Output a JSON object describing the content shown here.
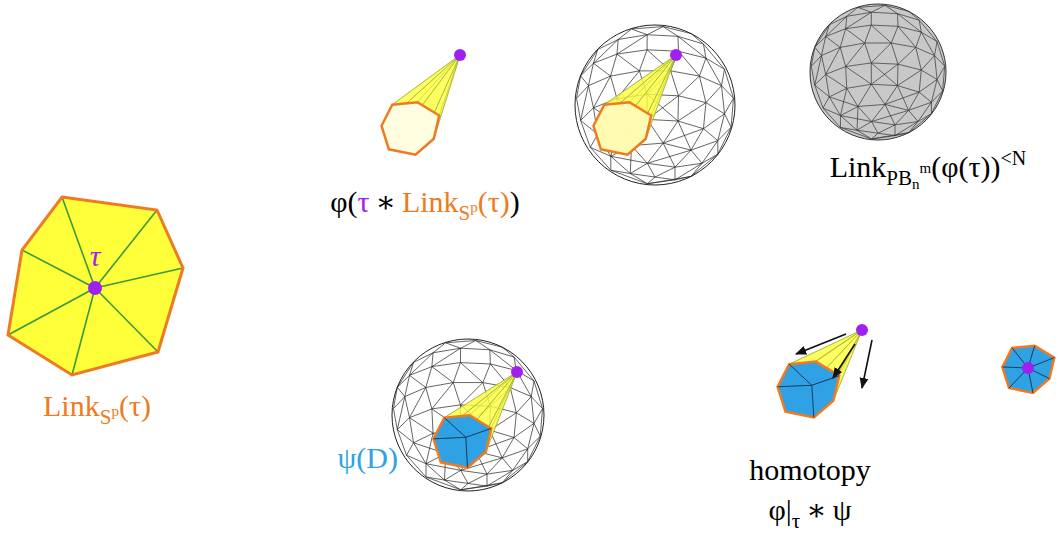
{
  "diagram": {
    "labels": [
      "τ",
      "Link",
      "S",
      "p",
      "(τ)",
      "φ(",
      "τ",
      "∗",
      "Link",
      "S",
      "p",
      "(τ)",
      ")",
      "Link",
      "PB",
      "n",
      "m",
      "(φ(τ))",
      "<N",
      "ψ(D)",
      "homotopy",
      "φ|",
      "τ",
      "∗",
      "ψ"
    ]
  }
}
